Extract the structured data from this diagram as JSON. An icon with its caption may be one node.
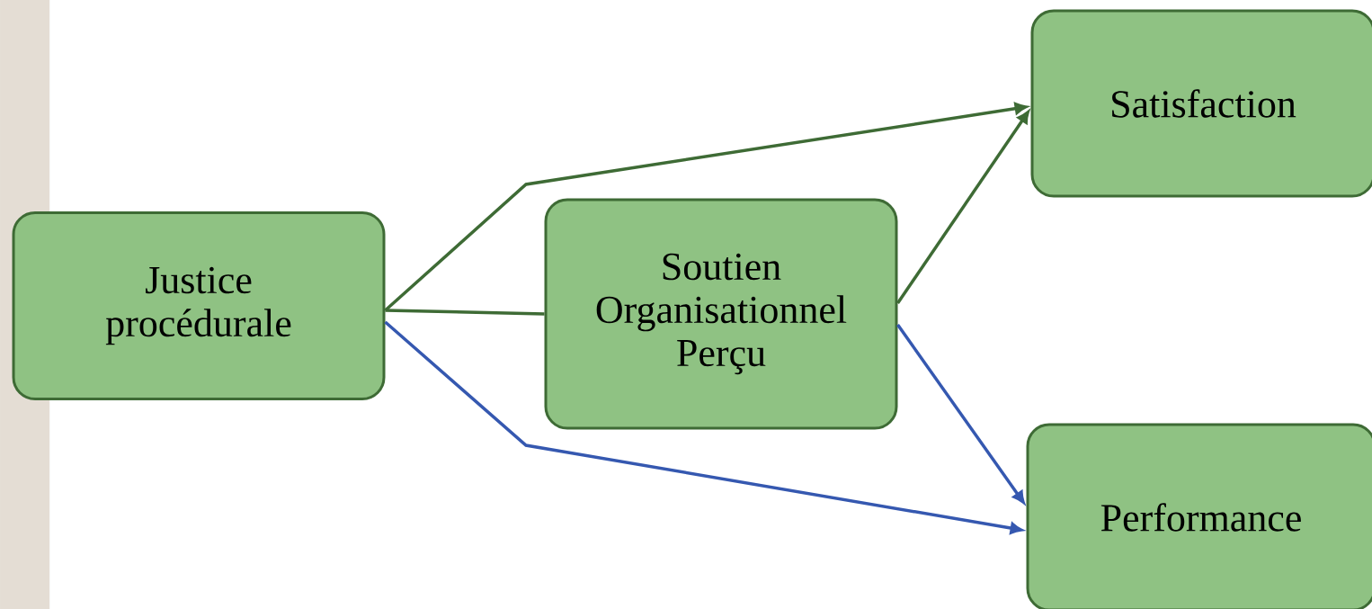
{
  "diagram": {
    "nodes": [
      {
        "text": [
          "Justice procédurale"
        ]
      },
      {
        "text": [
          "Soutien Organisationnel Perçu"
        ]
      },
      {
        "text": [
          "Satisfaction"
        ]
      },
      {
        "text": [
          "Performance"
        ]
      }
    ],
    "edges": [
      {
        "from": 0,
        "to": 1,
        "arrow": "none"
      },
      {
        "from": 0,
        "to": 2,
        "arrow": "to"
      },
      {
        "from": 0,
        "to": 3,
        "arrow": "to",
        "color": "#3558b0"
      },
      {
        "from": 1,
        "to": 2,
        "arrow": "to"
      },
      {
        "from": 1,
        "to": 3,
        "arrow": "to",
        "color": "#3558b0"
      }
    ]
  }
}
